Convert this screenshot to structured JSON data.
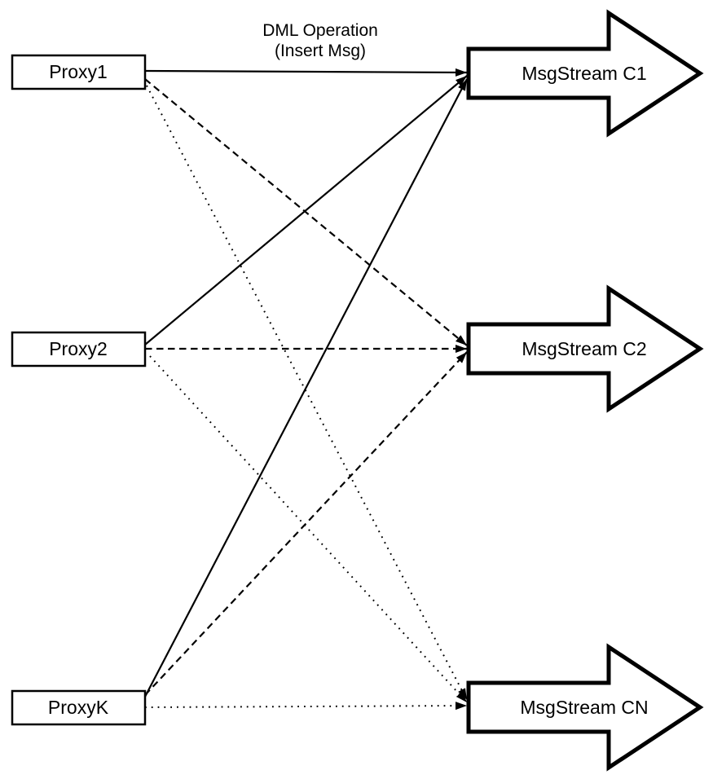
{
  "diagram": {
    "background_color": "#ffffff",
    "stroke_color": "#000000",
    "node_fill_color": "#ffffff",
    "title": {
      "line1": "DML Operation",
      "line2": "(Insert Msg)"
    },
    "proxies": [
      {
        "label": "Proxy1"
      },
      {
        "label": "Proxy2"
      },
      {
        "label": "ProxyK"
      }
    ],
    "streams": [
      {
        "label": "MsgStream C1"
      },
      {
        "label": "MsgStream C2"
      },
      {
        "label": "MsgStream CN"
      }
    ],
    "edges": [
      {
        "from": "Proxy1",
        "to": "MsgStream C1",
        "style": "solid"
      },
      {
        "from": "Proxy2",
        "to": "MsgStream C1",
        "style": "solid"
      },
      {
        "from": "ProxyK",
        "to": "MsgStream C1",
        "style": "solid"
      },
      {
        "from": "Proxy1",
        "to": "MsgStream C2",
        "style": "dashed"
      },
      {
        "from": "Proxy2",
        "to": "MsgStream C2",
        "style": "dashed"
      },
      {
        "from": "ProxyK",
        "to": "MsgStream C2",
        "style": "dashed"
      },
      {
        "from": "Proxy1",
        "to": "MsgStream CN",
        "style": "dotted"
      },
      {
        "from": "Proxy2",
        "to": "MsgStream CN",
        "style": "dotted"
      },
      {
        "from": "ProxyK",
        "to": "MsgStream CN",
        "style": "dotted"
      }
    ]
  }
}
